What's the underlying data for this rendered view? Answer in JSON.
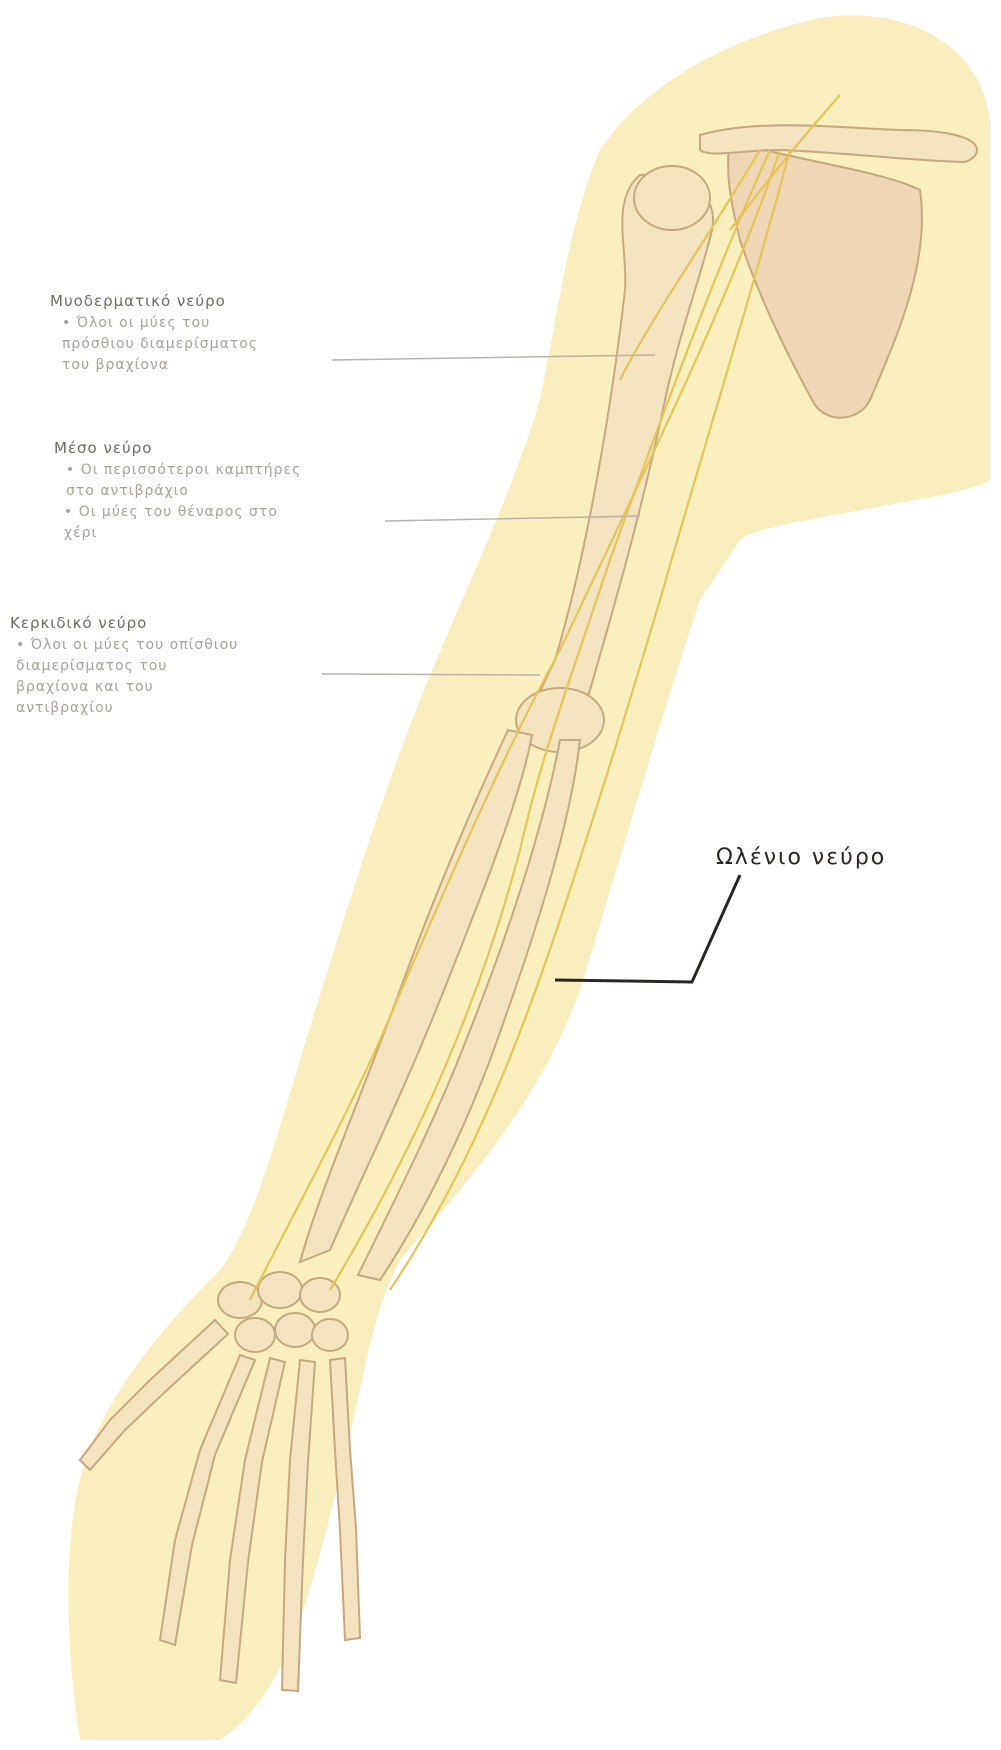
{
  "labels": {
    "musculocutaneous": {
      "title": "Μυοδερματικό νεύρο",
      "bullets": [
        "Όλοι οι μύες του\nπρόσθιου διαμερίσματος\nτου βραχίονα"
      ]
    },
    "median": {
      "title": "Μέσο νεύρο",
      "bullets": [
        "Οι περισσότεροι καμπτήρες\nστο αντιβράχιο",
        "Οι μύες του θέναρος στο\nχέρι"
      ]
    },
    "radial": {
      "title": "Κερκιδικό νεύρο",
      "bullets": [
        "Όλοι οι μύες του οπίσθιου\nδιαμερίσματος του\nβραχίονα και του\nαντιβραχίου"
      ]
    },
    "ulnar": {
      "title": "Ωλένιο νεύρο"
    }
  },
  "colors": {
    "skin": "#f8ecb6",
    "bone": "#f3e3bf",
    "bone_outline": "#c9a77e",
    "nerve": "#e8c25a",
    "leader_light": "#b9b4a8",
    "leader_dark": "#2a2520"
  }
}
